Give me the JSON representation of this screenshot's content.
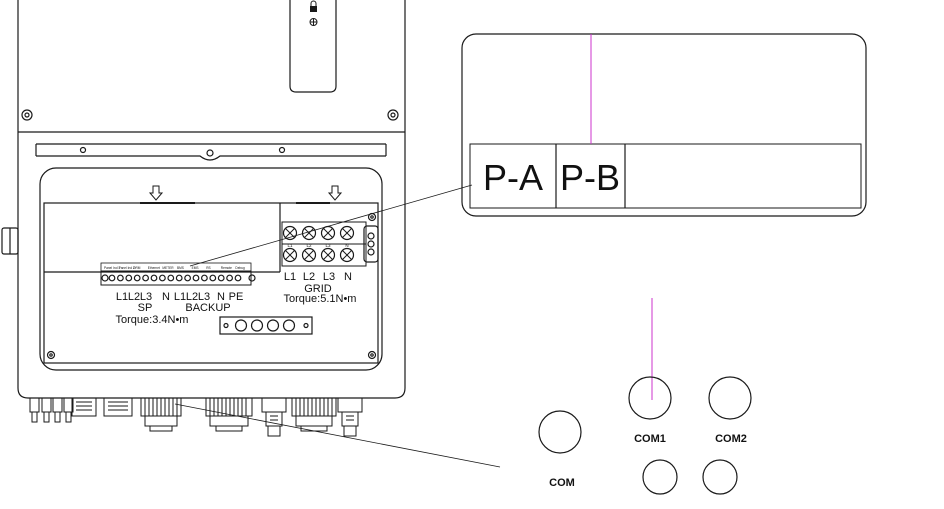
{
  "zoom": {
    "labels": [
      "P-A",
      "P-B"
    ]
  },
  "terminal_block": {
    "slot_labels": [
      "Panel Ind 1",
      "Panel Ind 2",
      "DRM",
      "Ethernet",
      "METER",
      "BMS",
      "EMS",
      "RS",
      "Remote",
      "Debug"
    ],
    "phase_labels": [
      "L1",
      "L2",
      "L3",
      "N",
      "L1",
      "L2",
      "L3",
      "N",
      "PE"
    ],
    "sp_label": "SP",
    "backup_label": "BACKUP",
    "torque": "Torque:3.4N•m"
  },
  "grid_terminal": {
    "top_labels": [
      "L1",
      "L2",
      "L3",
      "N"
    ],
    "phase_labels": [
      "L1",
      "L2",
      "L3",
      "N"
    ],
    "title": "GRID",
    "torque": "Torque:5.1N•m"
  },
  "ports": {
    "com": "COM",
    "com1": "COM1",
    "com2": "COM2"
  },
  "colors": {
    "line": "#1a1a1a",
    "accent": "#cc33cc"
  },
  "icons": [
    "lock-icon",
    "plug-icon",
    "arrow-down-icon"
  ]
}
